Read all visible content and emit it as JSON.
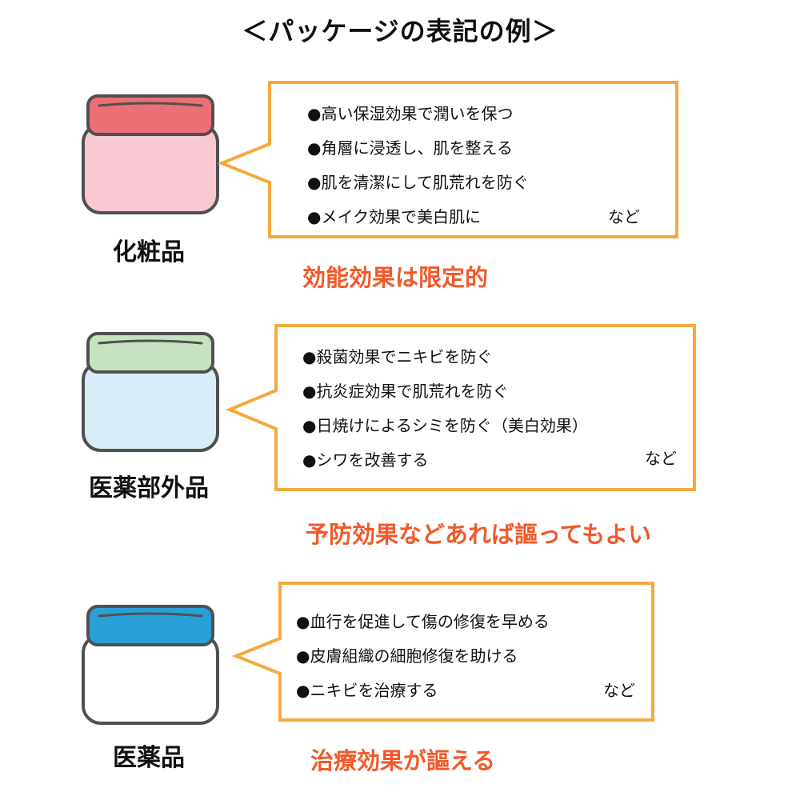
{
  "title": "＜パッケージの表記の例＞",
  "colors": {
    "bubble_border": "#f5a93c",
    "summary_text": "#f2592a",
    "outline": "#505050"
  },
  "sections": [
    {
      "product": "化粧品",
      "jar": {
        "lid_color": "#ec6f75",
        "body_color": "#f8c8d3"
      },
      "effects": [
        "●高い保湿効果で潤いを保つ",
        "●角層に浸透し、肌を整える",
        "●肌を清潔にして肌荒れを防ぐ",
        "●メイク効果で美白肌に"
      ],
      "etc": "など",
      "summary": "効能効果は限定的"
    },
    {
      "product": "医薬部外品",
      "jar": {
        "lid_color": "#c7e2c0",
        "body_color": "#d9edf8"
      },
      "effects": [
        "●殺菌効果でニキビを防ぐ",
        "●抗炎症効果で肌荒れを防ぐ",
        "●日焼けによるシミを防ぐ（美白効果）",
        "●シワを改善する"
      ],
      "etc": "など",
      "summary": "予防効果などあれば謳ってもよい"
    },
    {
      "product": "医薬品",
      "jar": {
        "lid_color": "#2aa0d8",
        "body_color": "#ffffff"
      },
      "effects": [
        "●血行を促進して傷の修復を早める",
        "●皮膚組織の細胞修復を助ける",
        "●ニキビを治療する"
      ],
      "etc": "など",
      "summary": "治療効果が謳える"
    }
  ]
}
